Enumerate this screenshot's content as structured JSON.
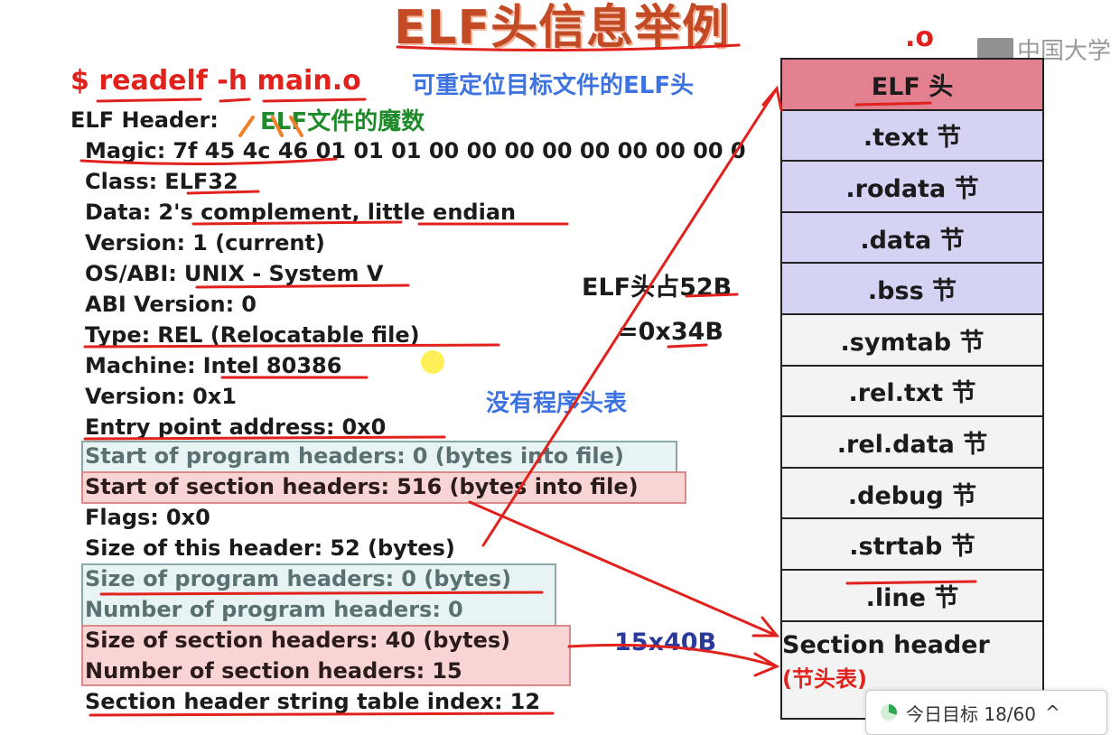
{
  "slide": {
    "title": "ELF头信息举例",
    "corner_mark": ".o",
    "watermark": "中国大学"
  },
  "command": {
    "text": "$ readelf -h main.o",
    "description": "可重定位目标文件的ELF头"
  },
  "header_lines": [
    {
      "label": "ELF Header:",
      "value": ""
    },
    {
      "label": "Magic:",
      "value": "7f 45 4c 46 01 01 01 00 00 00 00 00 00 00 00 0"
    },
    {
      "label": "Class:",
      "value": "ELF32"
    },
    {
      "label": "Data:",
      "value": "2's complement, little endian"
    },
    {
      "label": "Version:",
      "value": "1 (current)"
    },
    {
      "label": "OS/ABI:",
      "value": "UNIX - System V"
    },
    {
      "label": "ABI Version:",
      "value": "0"
    },
    {
      "label": "Type:",
      "value": "REL (Relocatable file)"
    },
    {
      "label": "Machine:",
      "value": "Intel 80386"
    },
    {
      "label": "Version:",
      "value": "0x1"
    },
    {
      "label": "Entry point address:",
      "value": "0x0"
    },
    {
      "label": "Start of program headers:",
      "value": "0 (bytes into file)"
    },
    {
      "label": "Start of section headers:",
      "value": "516 (bytes into file)"
    },
    {
      "label": "Flags:",
      "value": "0x0"
    },
    {
      "label": "Size of this header:",
      "value": "52 (bytes)"
    },
    {
      "label": "Size of program headers:",
      "value": "0 (bytes)"
    },
    {
      "label": "Number of program headers:",
      "value": "0"
    },
    {
      "label": "Size of section headers:",
      "value": "40 (bytes)"
    },
    {
      "label": "Number of section headers:",
      "value": "15"
    },
    {
      "label": "Section header string table index:",
      "value": "12"
    }
  ],
  "annotations": {
    "magic_note": "ELF文件的魔数",
    "header_size_note": "ELF头占52B",
    "header_size_hex": "=0x34B",
    "no_program_header": "没有程序头表",
    "section_table_size": "15x40B"
  },
  "sections": [
    {
      "label": "ELF 头",
      "kind": "elf"
    },
    {
      "label": ".text 节",
      "kind": "code"
    },
    {
      "label": ".rodata 节",
      "kind": "code"
    },
    {
      "label": ".data 节",
      "kind": "code"
    },
    {
      "label": ".bss 节",
      "kind": "code"
    },
    {
      "label": ".symtab 节",
      "kind": "other"
    },
    {
      "label": ".rel.txt 节",
      "kind": "other"
    },
    {
      "label": ".rel.data 节",
      "kind": "other"
    },
    {
      "label": ".debug 节",
      "kind": "other"
    },
    {
      "label": ".strtab 节",
      "kind": "other"
    },
    {
      "label": ".line 节",
      "kind": "other"
    }
  ],
  "section_header_table": {
    "label": "Section header",
    "sub": "(节头表)"
  },
  "progress_widget": {
    "label": "今日目标 18/60",
    "chevron": "^"
  },
  "colors": {
    "accent_red": "#e0211c",
    "note_blue": "#3d73e0",
    "note_green": "#1f8a2a",
    "elf_box": "#e2808f",
    "code_box": "#d5d3f4"
  }
}
